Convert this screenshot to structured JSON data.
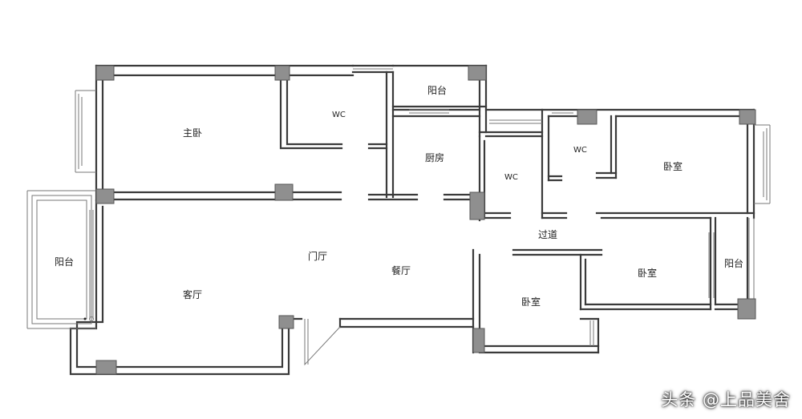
{
  "rooms": {
    "master_bedroom": "主卧",
    "wc_master": "WC",
    "balcony_top": "阳台",
    "kitchen": "厨房",
    "wc_center": "WC",
    "wc_right": "WC",
    "bedroom_right_top": "卧室",
    "balcony_left": "阳台",
    "living_room": "客厅",
    "foyer": "门厅",
    "dining_room": "餐厅",
    "corridor": "过道",
    "bedroom_right_mid": "卧室",
    "balcony_right": "阳台",
    "bedroom_bottom": "卧室"
  },
  "watermark": "头条 @上品美舍"
}
